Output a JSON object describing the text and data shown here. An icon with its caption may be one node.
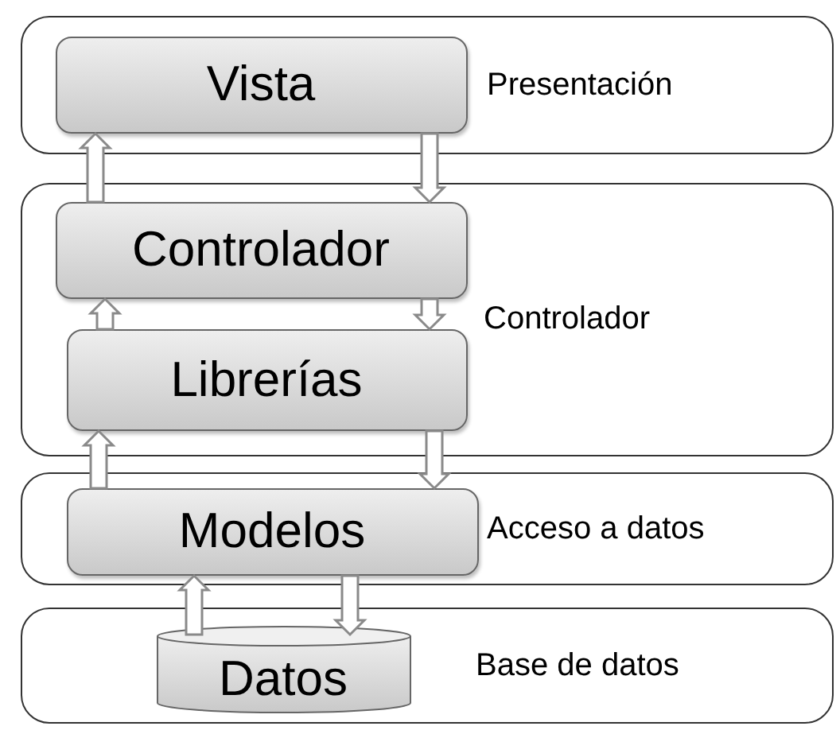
{
  "diagram": {
    "nodes": [
      {
        "text": [
          "Presentación"
        ]
      },
      {
        "text": [
          "Vista"
        ],
        "in": 0
      },
      {
        "text": [
          "Controlador"
        ]
      },
      {
        "text": [
          "Controlador"
        ],
        "in": 2
      },
      {
        "text": [
          "Librerías"
        ],
        "in": 2
      },
      {
        "text": [
          "Acceso a datos"
        ]
      },
      {
        "text": [
          "Modelos"
        ],
        "in": 5
      },
      {
        "text": [
          "Base de datos"
        ]
      },
      {
        "text": [
          "Datos"
        ],
        "in": 7
      }
    ],
    "edges": [
      {
        "from": 3,
        "to": 1,
        "arrow": "to"
      },
      {
        "from": 1,
        "to": 3,
        "arrow": "to"
      },
      {
        "from": 4,
        "to": 3,
        "arrow": "to"
      },
      {
        "from": 3,
        "to": 4,
        "arrow": "to"
      },
      {
        "from": 6,
        "to": 4,
        "arrow": "to"
      },
      {
        "from": 4,
        "to": 6,
        "arrow": "to"
      },
      {
        "from": 8,
        "to": 6,
        "arrow": "to"
      },
      {
        "from": 6,
        "to": 8,
        "arrow": "to"
      }
    ]
  }
}
